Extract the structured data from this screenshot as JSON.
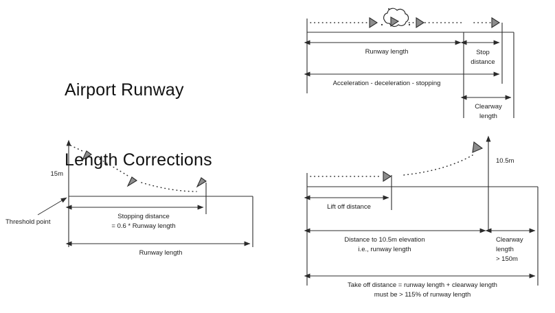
{
  "title": {
    "line1": "Airport Runway",
    "line2": "Length Corrections"
  },
  "panels": {
    "top_right": {
      "name": "accelerate-stop-distance-diagram",
      "labels": {
        "runway_length": "Runway length",
        "stop_distance_l1": "Stop",
        "stop_distance_l2": "distance",
        "accel_decel_stop": "Acceleration - deceleration - stopping",
        "clearway_l1": "Clearway",
        "clearway_l2": "length"
      }
    },
    "bottom_left": {
      "name": "landing-distance-diagram",
      "labels": {
        "height": "15m",
        "threshold_point": "Threshold point",
        "stopping_distance_l1": "Stopping distance",
        "stopping_distance_l2": "= 0.6 * Runway length",
        "runway_length": "Runway length"
      }
    },
    "bottom_right": {
      "name": "takeoff-distance-diagram",
      "labels": {
        "screen_height": "10.5m",
        "lift_off_distance": "Lift off distance",
        "runway_l1": "Distance to 10.5m elevation",
        "runway_l2": "i.e., runway length",
        "clearway_l1": "Clearway",
        "clearway_l2": "length",
        "clearway_l3": "> 150m",
        "takeoff_l1": "Take off distance = runway length + clearway length",
        "takeoff_l2": "must be > 115% of runway length"
      }
    }
  },
  "colors": {
    "background": "#ffffff",
    "ink": "#1a1a1a",
    "line": "#2b2b2b",
    "plane_fill": "#8c8c8c"
  },
  "icons": {
    "aircraft": "aircraft-triangle-icon",
    "cloud": "cloud-icon"
  }
}
